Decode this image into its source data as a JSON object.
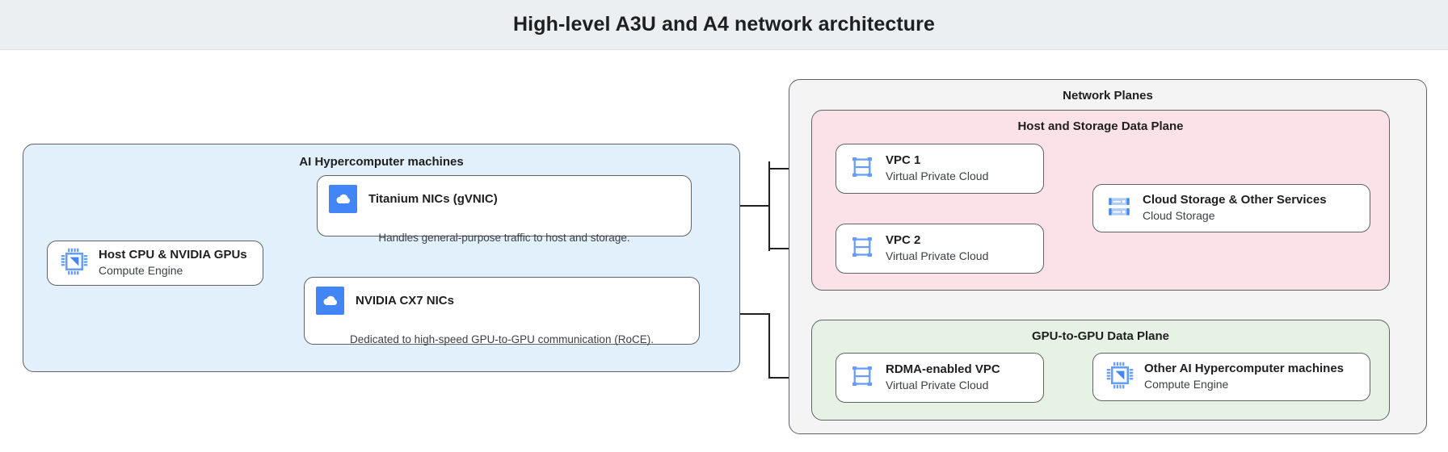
{
  "header": {
    "title": "High-level A3U and A4 network architecture"
  },
  "groups": {
    "machines": {
      "label": "AI Hypercomputer machines",
      "color": "#e2f0fb"
    },
    "planes": {
      "label": "Network Planes",
      "color": "#f4f4f4"
    },
    "host_plane": {
      "label": "Host and Storage Data Plane",
      "color": "#fbe2e9"
    },
    "gpu_plane": {
      "label": "GPU-to-GPU Data Plane",
      "color": "#e6f3e4"
    }
  },
  "nodes": {
    "host": {
      "title": "Host CPU & NVIDIA GPUs",
      "subtitle": "Compute Engine",
      "icon": "cpu-chip-icon"
    },
    "titanium": {
      "title": "Titanium NICs (gVNIC)",
      "caption": "Handles general-purpose traffic to host and storage.",
      "icon": "cloud-icon"
    },
    "cx7": {
      "title": "NVIDIA CX7 NICs",
      "caption": "Dedicated to high-speed GPU-to-GPU communication (RoCE).",
      "icon": "cloud-icon"
    },
    "vpc1": {
      "title": "VPC 1",
      "subtitle": "Virtual Private Cloud",
      "icon": "vpc-icon"
    },
    "vpc2": {
      "title": "VPC 2",
      "subtitle": "Virtual Private Cloud",
      "icon": "vpc-icon"
    },
    "storage": {
      "title": "Cloud Storage & Other Services",
      "subtitle": "Cloud Storage",
      "icon": "storage-rack-icon"
    },
    "rdma_vpc": {
      "title": "RDMA-enabled VPC",
      "subtitle": "Virtual Private Cloud",
      "icon": "vpc-icon"
    },
    "other_machines": {
      "title": "Other AI Hypercomputer machines",
      "subtitle": "Compute Engine",
      "icon": "cpu-chip-icon"
    }
  },
  "colors": {
    "accent_blue": "#4285f4",
    "icon_blue": "#669df6",
    "stroke": "#5f6368",
    "header_bg": "#eceff1",
    "machines_bg": "#e2f0fb",
    "planes_bg": "#f4f4f4",
    "host_plane_bg": "#fbe2e9",
    "gpu_plane_bg": "#e6f3e4"
  },
  "edges": [
    {
      "from": "host",
      "to": "titanium"
    },
    {
      "from": "host",
      "to": "cx7"
    },
    {
      "from": "titanium",
      "to": "vpc1"
    },
    {
      "from": "titanium",
      "to": "vpc2"
    },
    {
      "from": "vpc1",
      "to": "storage"
    },
    {
      "from": "vpc2",
      "to": "storage"
    },
    {
      "from": "cx7",
      "to": "rdma_vpc"
    },
    {
      "from": "rdma_vpc",
      "to": "other_machines"
    }
  ]
}
